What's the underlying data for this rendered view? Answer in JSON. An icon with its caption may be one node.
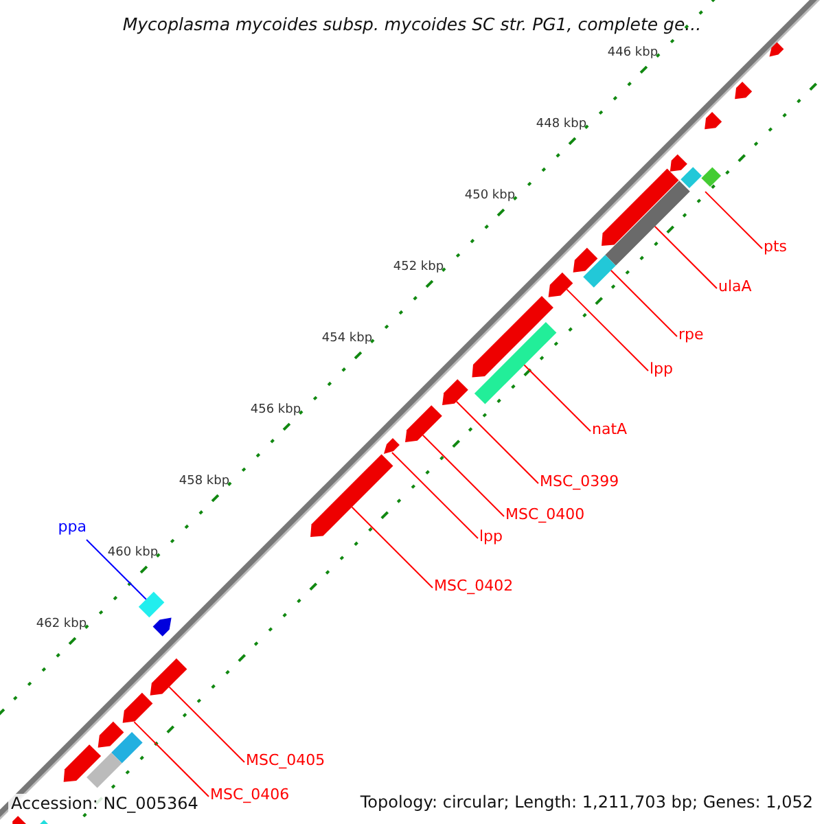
{
  "diagram": {
    "title": "Mycoplasma mycoides subsp. mycoides SC str. PG1, complete ge...",
    "nodes": [
      {
        "text": [
          "pts"
        ]
      },
      {
        "text": [
          "ulaA"
        ]
      },
      {
        "text": [
          "rpe"
        ]
      },
      {
        "text": [
          "lpp"
        ]
      },
      {
        "text": [
          "natA"
        ]
      },
      {
        "text": [
          "MSC_0399"
        ]
      },
      {
        "text": [
          "MSC_0400"
        ]
      },
      {
        "text": [
          "ppa"
        ]
      },
      {
        "text": [
          "lpp"
        ]
      },
      {
        "text": [
          "MSC_0402"
        ]
      },
      {
        "text": [
          "MSC_0405"
        ]
      },
      {
        "text": [
          "MSC_0406"
        ]
      },
      {
        "text": [],
        "shape": "arrow"
      },
      {
        "text": [],
        "shape": "arrow"
      },
      {
        "text": [],
        "shape": "arrow"
      },
      {
        "text": [],
        "shape": "bar"
      },
      {
        "text": [],
        "shape": "bar"
      },
      {
        "text": [],
        "shape": "arrow"
      },
      {
        "text": [],
        "shape": "arrow"
      },
      {
        "text": [],
        "shape": "bar"
      },
      {
        "text": [],
        "shape": "bar"
      },
      {
        "text": [],
        "shape": "arrow"
      },
      {
        "text": [],
        "shape": "arrow"
      },
      {
        "text": [],
        "shape": "arrow"
      },
      {
        "text": [],
        "shape": "bar"
      },
      {
        "text": [],
        "shape": "arrow"
      },
      {
        "text": [],
        "shape": "arrow"
      },
      {
        "text": [],
        "shape": "arrow"
      },
      {
        "text": [],
        "shape": "arrow"
      },
      {
        "text": [],
        "shape": "bar"
      },
      {
        "text": [],
        "shape": "arrow"
      },
      {
        "text": [],
        "shape": "arrow"
      },
      {
        "text": [],
        "shape": "arrow"
      },
      {
        "text": [],
        "shape": "bar"
      },
      {
        "text": [],
        "shape": "arrow"
      },
      {
        "text": [],
        "shape": "bar"
      },
      {
        "text": [],
        "shape": "arrow"
      },
      {
        "text": [],
        "shape": "bar"
      },
      {
        "text": [],
        "shape": "arrow"
      }
    ],
    "edges": [
      {
        "from": 0,
        "to": 15,
        "arrow": "none"
      },
      {
        "from": 1,
        "to": 19,
        "arrow": "none"
      },
      {
        "from": 2,
        "to": 20,
        "arrow": "none"
      },
      {
        "from": 3,
        "to": 22,
        "arrow": "none"
      },
      {
        "from": 4,
        "to": 24,
        "arrow": "none"
      },
      {
        "from": 5,
        "to": 25,
        "arrow": "none"
      },
      {
        "from": 6,
        "to": 26,
        "arrow": "none"
      },
      {
        "from": 7,
        "to": 29,
        "arrow": "none",
        "color": "#0000ff"
      },
      {
        "from": 8,
        "to": 27,
        "arrow": "none"
      },
      {
        "from": 9,
        "to": 28,
        "arrow": "none"
      },
      {
        "from": 10,
        "to": 31,
        "arrow": "none"
      },
      {
        "from": 11,
        "to": 32,
        "arrow": "none"
      }
    ],
    "labels": [
      "446 kbp",
      "448 kbp",
      "450 kbp",
      "452 kbp",
      "454 kbp",
      "456 kbp",
      "458 kbp",
      "460 kbp",
      "462 kbp",
      "Accession: NC_005364",
      "Topology: circular; Length: 1,211,703 bp; Genes: 1,052"
    ]
  }
}
